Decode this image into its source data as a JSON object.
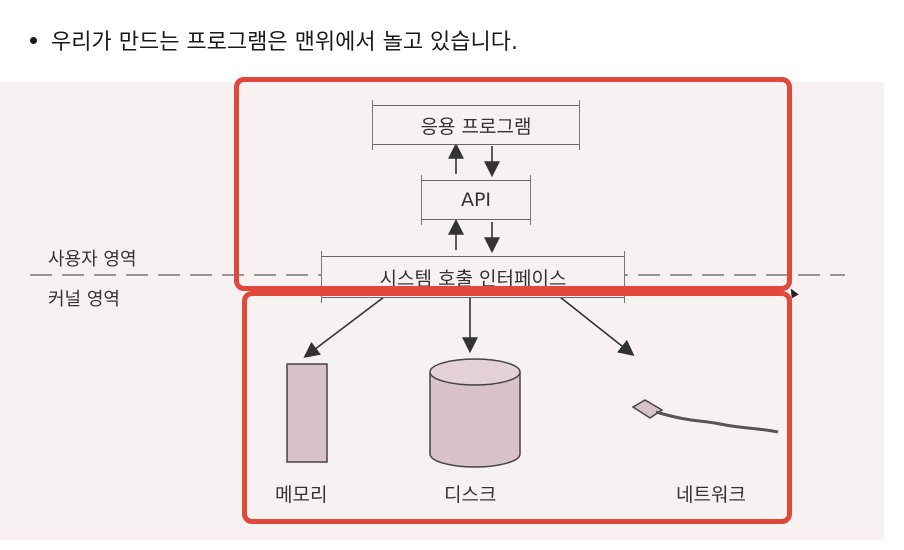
{
  "header": {
    "bullet_text": "우리가 만드는 프로그램은 맨위에서 놀고 있습니다."
  },
  "diagram": {
    "user_area_label": "사용자 영역",
    "kernel_area_label": "커널 영역",
    "app_box_label": "응용 프로그램",
    "api_box_label": "API",
    "syscall_box_label": "시스템 호출 인터페이스",
    "memory_label": "메모리",
    "disk_label": "디스크",
    "network_label": "네트워크"
  },
  "colors": {
    "highlight": "#e0483c",
    "figure_bg": "#f8f1f2",
    "device_fill": "#d8c2c7"
  }
}
